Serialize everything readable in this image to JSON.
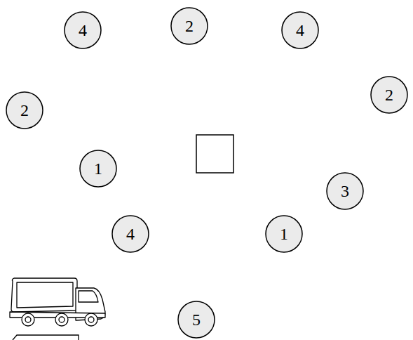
{
  "diagram": {
    "nodes": [
      {
        "text": [
          "4"
        ]
      },
      {
        "text": [
          "2"
        ]
      },
      {
        "text": [
          "4"
        ]
      },
      {
        "text": [
          "2"
        ]
      },
      {
        "text": [
          "2"
        ]
      },
      {
        "text": [
          "1"
        ]
      },
      {
        "text": [
          "3"
        ]
      },
      {
        "text": [
          "4"
        ]
      },
      {
        "text": [
          "1"
        ]
      },
      {
        "text": [
          "5"
        ]
      }
    ]
  }
}
